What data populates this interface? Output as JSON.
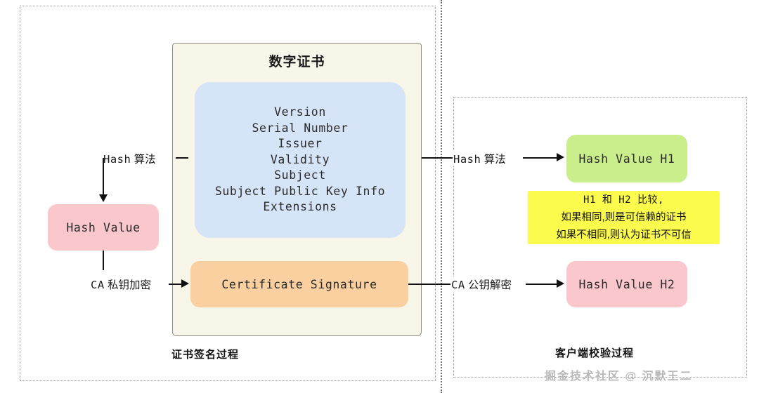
{
  "diagram": {
    "title": "数字证书",
    "certificate": {
      "fields": [
        "Version",
        "Serial Number",
        "Issuer",
        "Validity",
        "Subject",
        "Subject Public Key Info",
        "Extensions"
      ],
      "signature_label": "Certificate Signature"
    },
    "left": {
      "hash_algorithm_label_mono": "Hash",
      "hash_algorithm_label_cn": "算法",
      "hash_value_label": "Hash Value",
      "ca_label_mono": "CA",
      "ca_label_cn": "私钥加密",
      "caption": "证书签名过程"
    },
    "right": {
      "hash_algorithm_label_mono": "Hash",
      "hash_algorithm_label_cn": "算法",
      "hash_h1_label": "Hash Value H1",
      "ca_label_mono": "CA",
      "ca_label_cn": "公钥解密",
      "hash_h2_label": "Hash Value H2",
      "compare_note": {
        "line1": "H1 和 H2 比较,",
        "line2": "如果相同,则是可信赖的证书",
        "line3": "如果不相同,则认为证书不可信"
      },
      "caption": "客户端校验过程"
    },
    "watermark": "掘金技术社区 @ 沉默王二",
    "colors": {
      "certificate_container": "#f8f6e9",
      "certificate_fields": "#d6e4f8",
      "certificate_signature": "#fbd0a0",
      "hash_value_pink": "#fac7cc",
      "hash_h1_green": "#c9ee8b",
      "compare_note_yellow": "#fbfb4e",
      "connector": "#111111",
      "panel_border": "#9a9a9a"
    }
  }
}
